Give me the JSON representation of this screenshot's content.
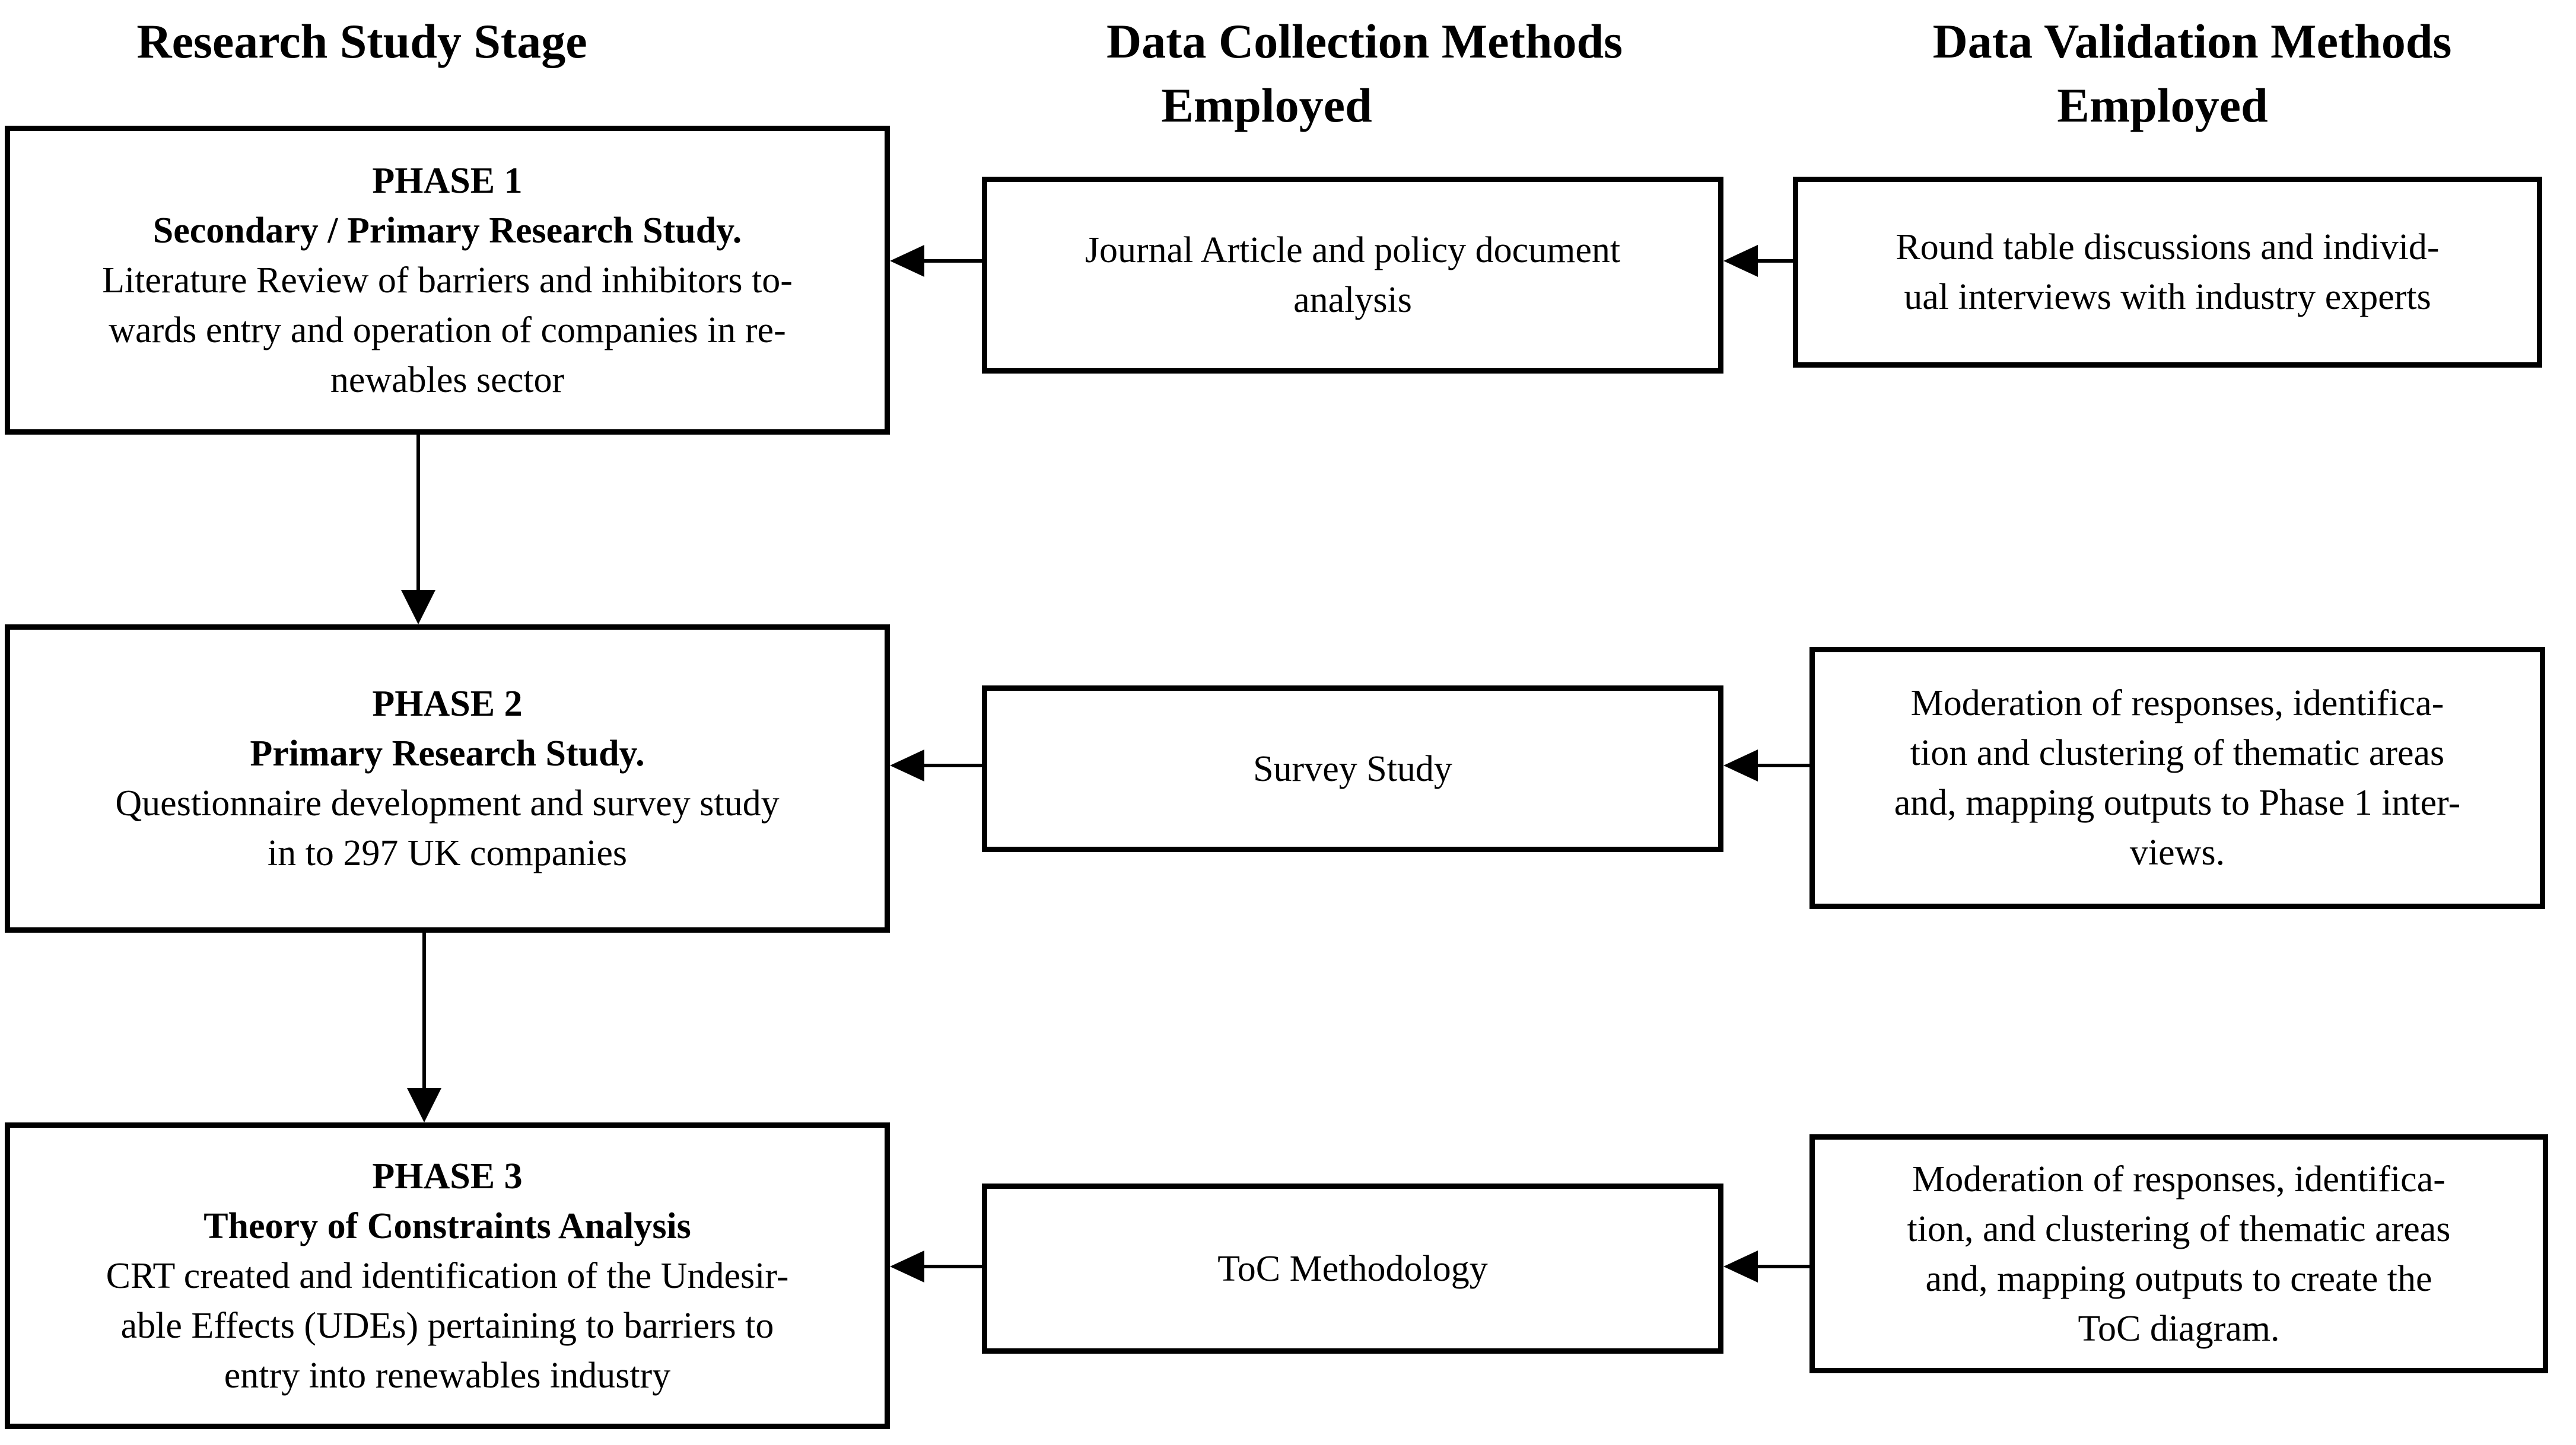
{
  "page": {
    "background_color": "#ffffff",
    "ink_color": "#000000"
  },
  "headers": {
    "stage": {
      "line1": "Research Study Stage"
    },
    "collection": {
      "line1": "Data Collection Methods",
      "line2": "Employed"
    },
    "validation": {
      "line1": "Data Validation Methods",
      "line2": "Employed"
    }
  },
  "phases": [
    {
      "stage": {
        "title": "PHASE 1",
        "subtitle": "Secondary / Primary Research Study.",
        "body": "Literature Review of barriers and inhibitors to-\nwards entry and operation of companies in re-\nnewables sector"
      },
      "collection": "Journal Article and policy document\nanalysis",
      "validation": "Round table discussions and individ-\nual interviews with industry experts"
    },
    {
      "stage": {
        "title": "PHASE 2",
        "subtitle": "Primary Research Study.",
        "body": "Questionnaire development and survey study\nin to 297 UK companies"
      },
      "collection": "Survey Study",
      "validation": "Moderation of responses, identifica-\ntion and clustering of thematic areas\nand, mapping outputs to Phase 1 inter-\nviews."
    },
    {
      "stage": {
        "title": "PHASE 3",
        "subtitle": "Theory of Constraints Analysis",
        "body": "CRT created and identification of the Undesir-\nable Effects (UDEs) pertaining to barriers to\nentry into renewables industry"
      },
      "collection": "ToC Methodology",
      "validation": "Moderation of responses, identifica-\ntion, and clustering of thematic areas\nand, mapping outputs to create the\nToC diagram."
    }
  ]
}
